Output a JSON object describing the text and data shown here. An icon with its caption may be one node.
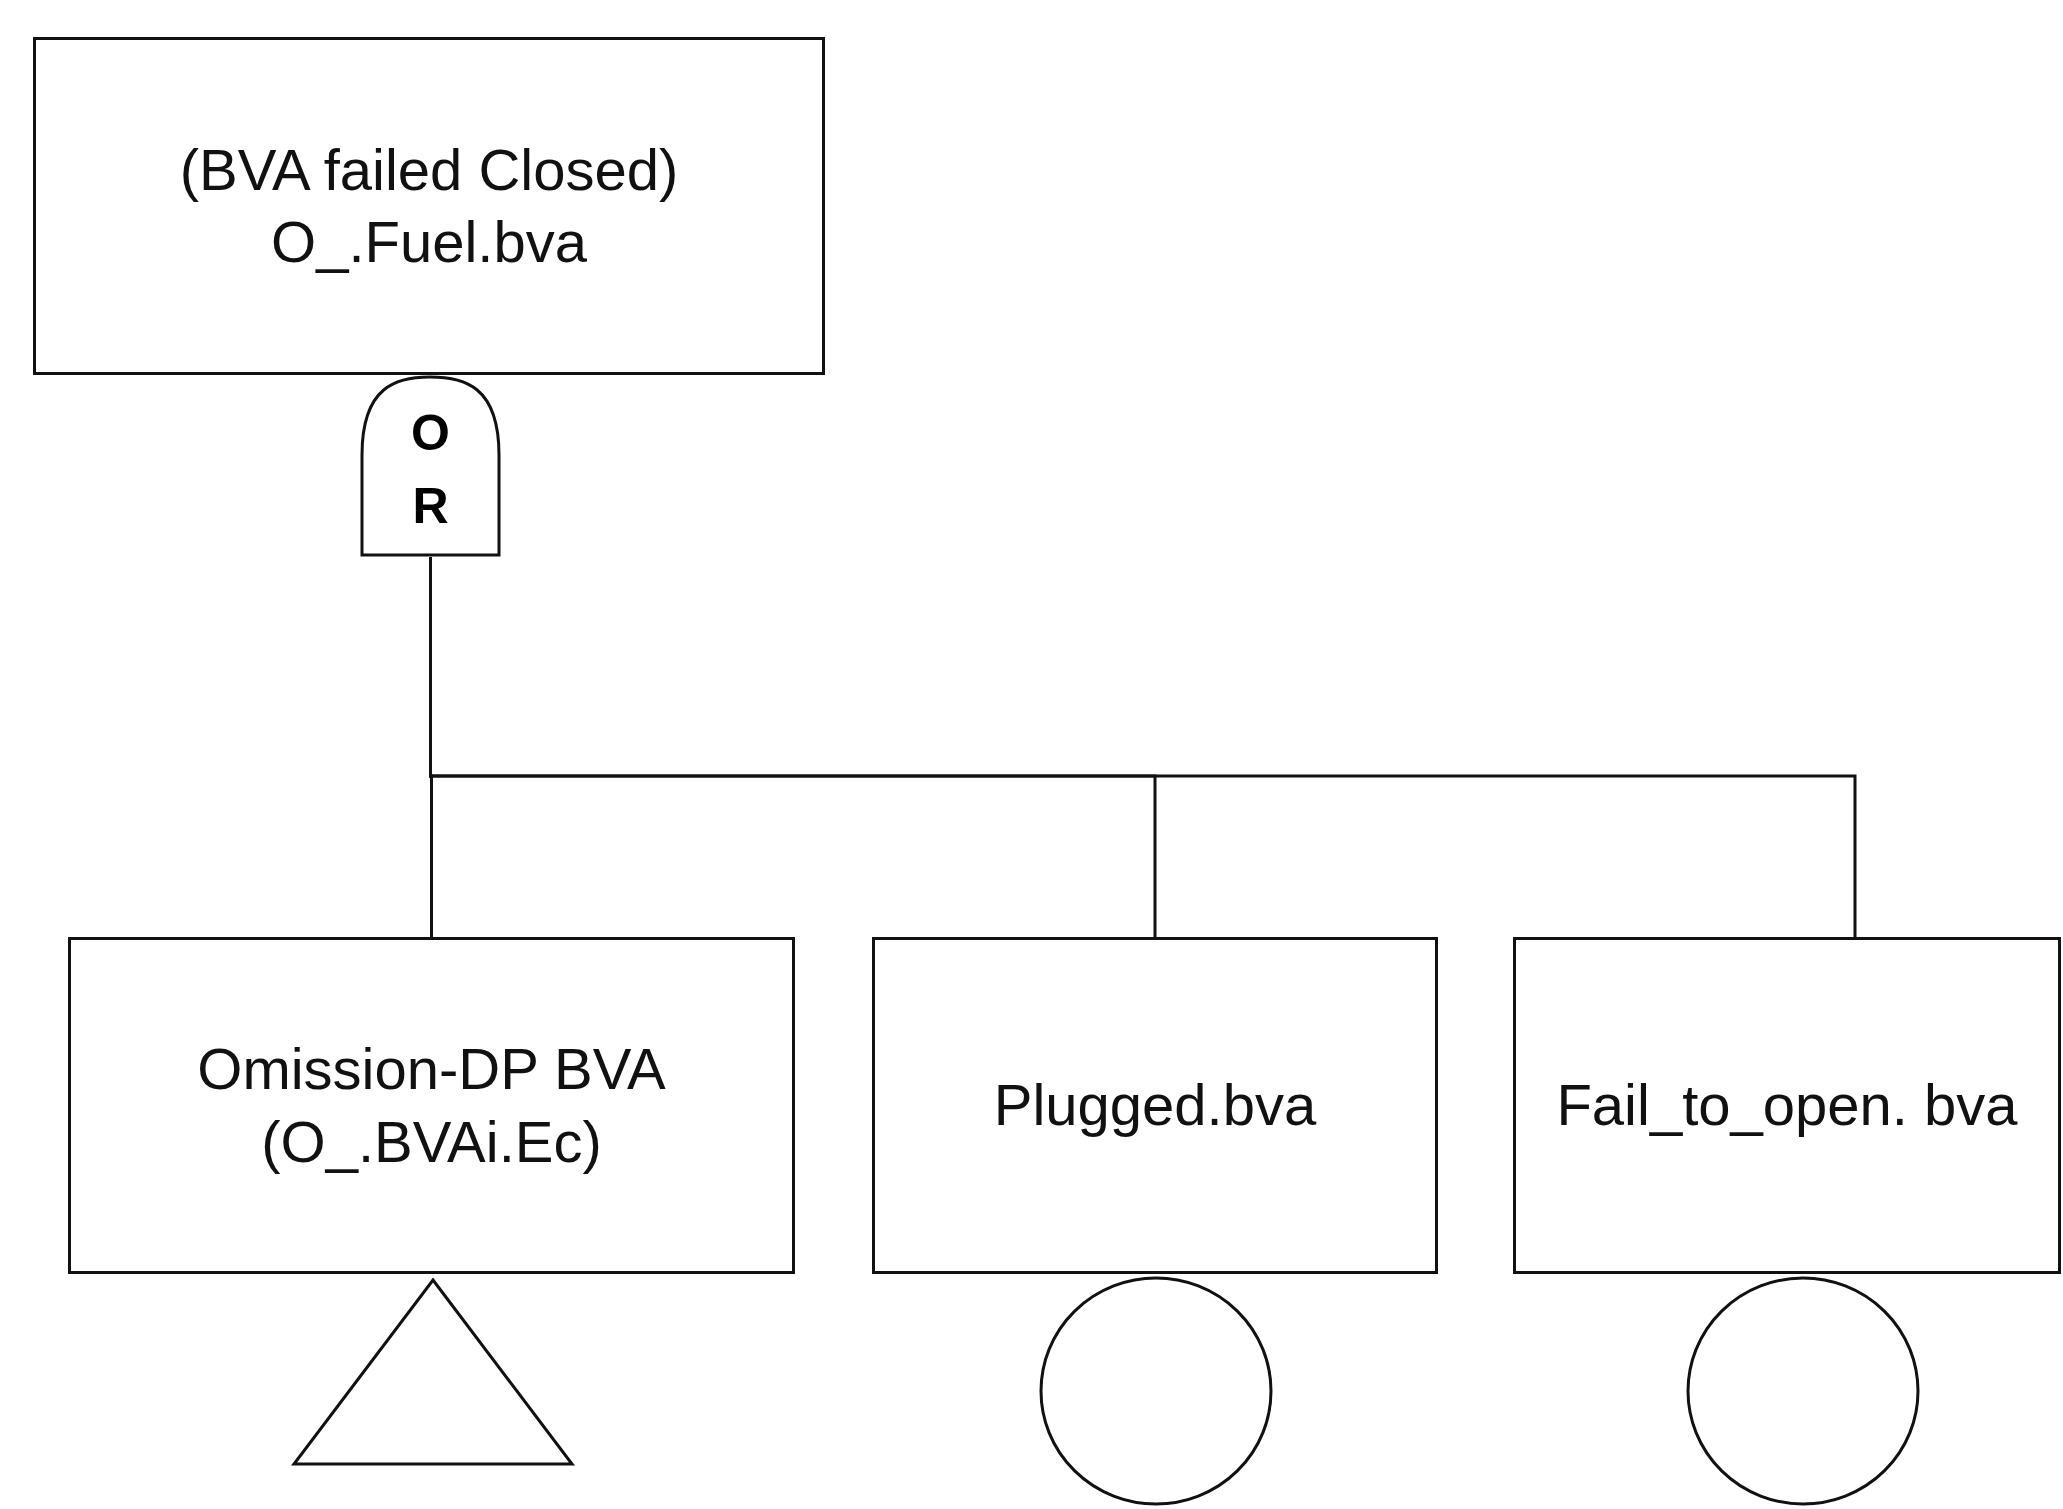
{
  "diagram": {
    "nodes": [
      {
        "text": [
          "(BVA failed Closed) O_.Fuel.bva"
        ]
      },
      {
        "text": [
          "OR"
        ]
      },
      {
        "text": [
          "Omission-DP BVA (O_.BVAi.Ec)"
        ]
      },
      {
        "text": [
          "Plugged.bva"
        ]
      },
      {
        "text": [
          "Fail_to_open. bva"
        ]
      },
      {
        "text": [],
        "shape": "triangle"
      },
      {
        "text": [],
        "shape": "circle"
      },
      {
        "text": [],
        "shape": "circle"
      }
    ],
    "edges": [
      {
        "from": 1,
        "to": 2,
        "arrow": "none"
      },
      {
        "from": 1,
        "to": 3,
        "arrow": "none"
      },
      {
        "from": 1,
        "to": 4,
        "arrow": "none"
      }
    ]
  }
}
